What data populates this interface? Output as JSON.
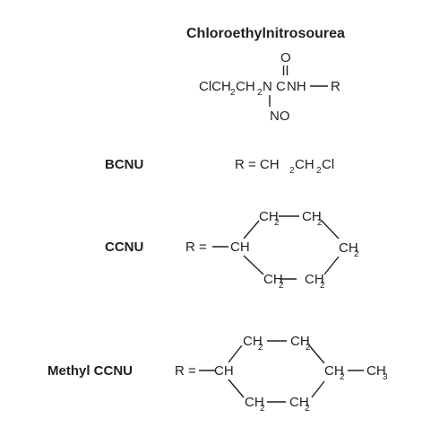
{
  "title": "Chloroethylnitrosourea",
  "core": {
    "left": "ClCH",
    "left_sub": "2",
    "mid": "CH",
    "mid_sub": "2",
    "n1": "N",
    "c": "C",
    "nh": "NH",
    "r": "R",
    "o": "O",
    "no": "NO"
  },
  "compounds": [
    {
      "name": "BCNU"
    },
    {
      "name": "CCNU"
    },
    {
      "name": "Methyl CCNU"
    }
  ],
  "bcnu": {
    "r_eq": "R = CH",
    "sub1": "2",
    "ch": "CH",
    "sub2": "2",
    "cl": "Cl"
  },
  "ccnu": {
    "r_eq": "R =",
    "ch": "CH",
    "ring_group": "CH",
    "sub": "2"
  },
  "meccnu": {
    "r_eq": "R =",
    "ch": "CH",
    "ring_group": "CH",
    "sub": "2",
    "ch3": "CH",
    "sub3": "3"
  }
}
